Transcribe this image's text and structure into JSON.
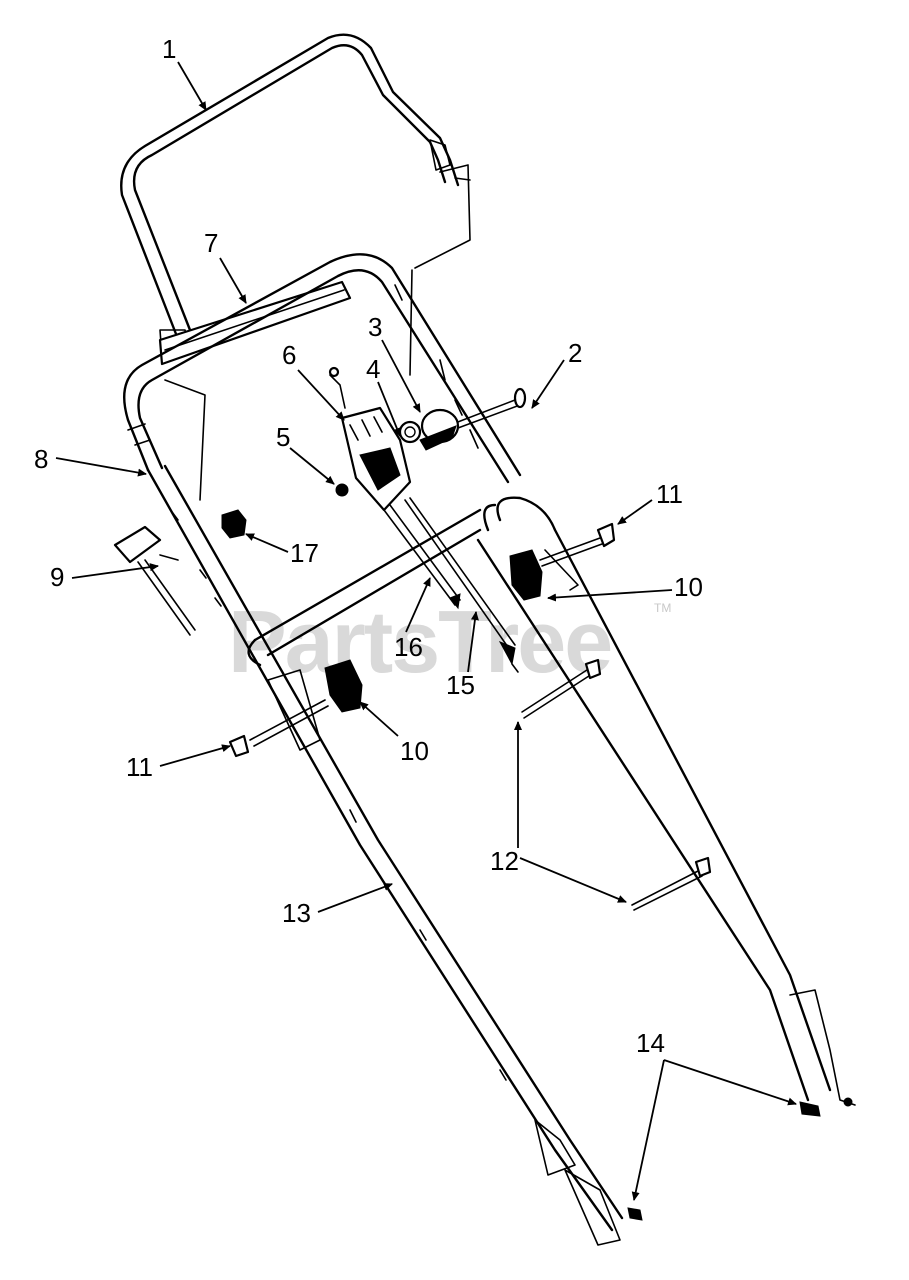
{
  "watermark": {
    "text": "PartsTree",
    "tm": "TM"
  },
  "labels": {
    "p1": "1",
    "p2": "2",
    "p3": "3",
    "p4": "4",
    "p5": "5",
    "p6": "6",
    "p7": "7",
    "p8": "8",
    "p9": "9",
    "p10a": "10",
    "p10b": "10",
    "p11a": "11",
    "p11b": "11",
    "p12": "12",
    "p13": "13",
    "p14": "14",
    "p15": "15",
    "p16": "16",
    "p17": "17"
  }
}
